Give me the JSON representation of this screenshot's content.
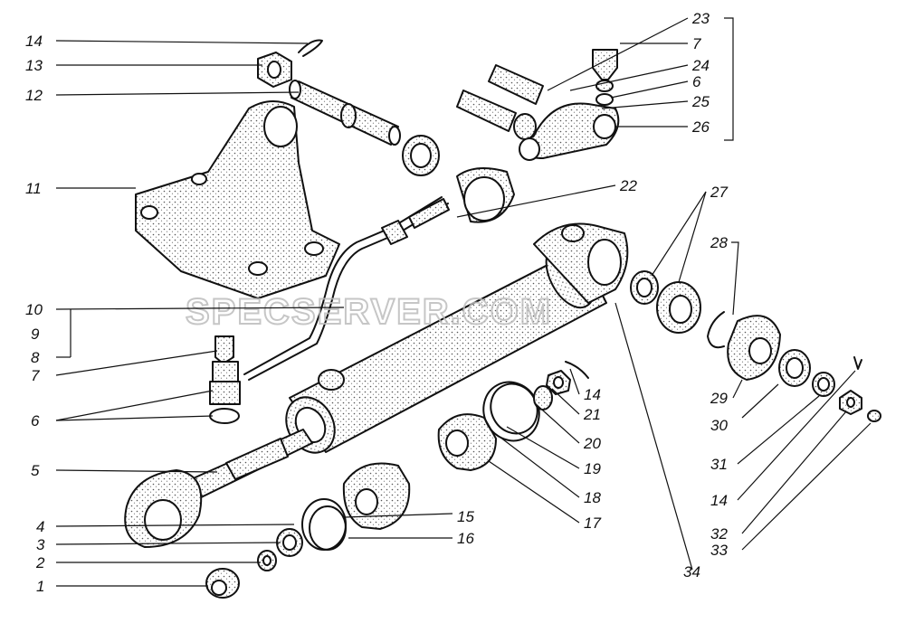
{
  "watermark": "SPECSERVER.COM",
  "labels": {
    "n1": "1",
    "n2": "2",
    "n3": "3",
    "n4": "4",
    "n5": "5",
    "n6": "6",
    "n7": "7",
    "n8": "8",
    "n9": "9",
    "n10": "10",
    "n11": "11",
    "n12": "12",
    "n13": "13",
    "n14": "14",
    "n15": "15",
    "n16": "16",
    "n17": "17",
    "n18": "18",
    "n19": "19",
    "n20": "20",
    "n21": "21",
    "n14b": "14",
    "n22": "22",
    "n23": "23",
    "n7b": "7",
    "n24": "24",
    "n6b": "6",
    "n25": "25",
    "n26": "26",
    "n27": "27",
    "n28": "28",
    "n29": "29",
    "n30": "30",
    "n31": "31",
    "n14c": "14",
    "n32": "32",
    "n33": "33",
    "n34": "34"
  }
}
